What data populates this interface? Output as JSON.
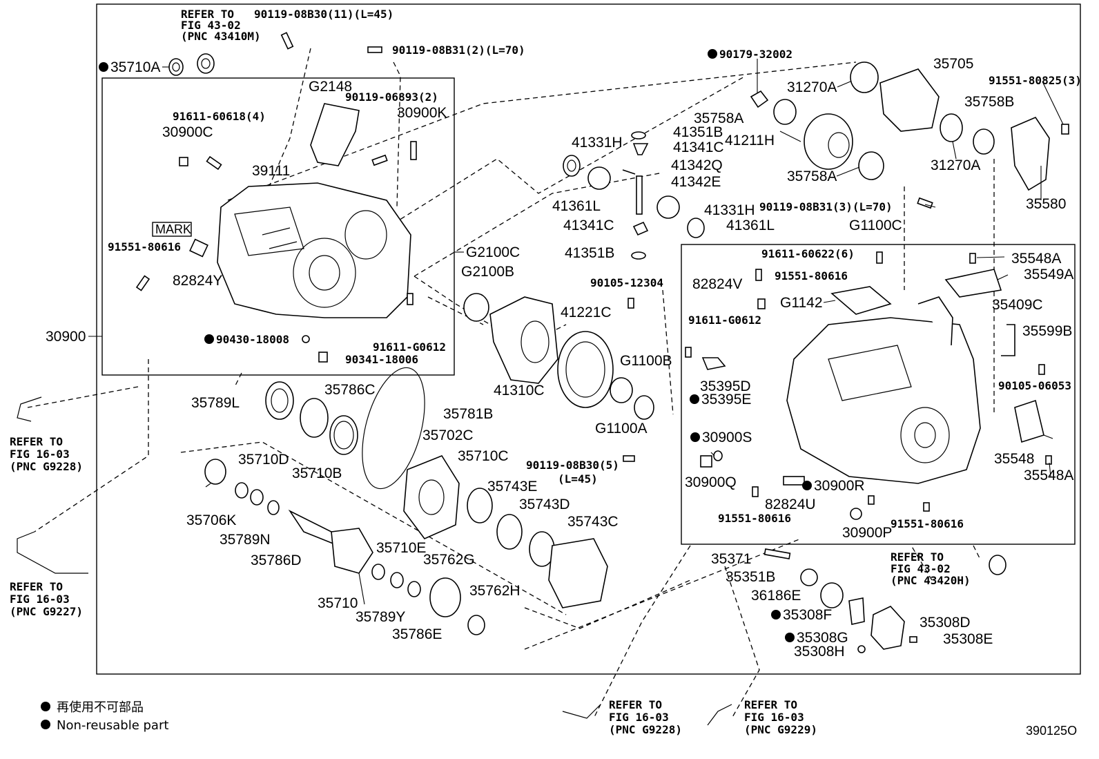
{
  "labels": {
    "p1": "90119-08B30(11)(L=45)",
    "p2": "35710A",
    "p3": "90119-08B31(2)(L=70)",
    "p4": "G2148",
    "p5": "90119-06893(2)",
    "p6": "30900K",
    "p7": "91611-60618(4)",
    "p8": "30900C",
    "p9": "39111",
    "p10": "91551-80616",
    "p11": "82824Y",
    "p12": "G2100C",
    "p13": "30900",
    "p14": "90430-18008",
    "p15": "91611-G0612",
    "p16": "90341-18006",
    "p17": "90179-32002",
    "p18": "35705",
    "p19": "31270A",
    "p20": "91551-80825(3)",
    "p21": "35758A",
    "p22": "35758B",
    "p23": "41211H",
    "p24": "31270A",
    "p25": "41331H",
    "p26": "41351B",
    "p27": "41341C",
    "p28": "41342Q",
    "p29": "41342E",
    "p30": "35758A",
    "p31": "35580",
    "p32": "41361L",
    "p33": "41331H",
    "p34": "90119-08B31(3)(L=70)",
    "p35": "41341C",
    "p36": "41361L",
    "p37": "G1100C",
    "p38": "41351B",
    "p39": "91611-60622(6)",
    "p40": "35548A",
    "p41": "G2100B",
    "p42": "90105-12304",
    "p43": "82824V",
    "p44": "91551-80616",
    "p45": "35549A",
    "p46": "41221C",
    "p47": "G1142",
    "p48": "35409C",
    "p49": "91611-G0612",
    "p50": "35599B",
    "p51": "G1100B",
    "p52": "41310C",
    "p53": "35395D",
    "p54": "90105-06053",
    "p55": "35395E",
    "p56": "G1100A",
    "p57": "35789L",
    "p58": "35786C",
    "p59": "35781B",
    "p60": "30900S",
    "p61": "35548",
    "p62": "35710D",
    "p63": "35702C",
    "p64": "35710C",
    "p65": "35710B",
    "p66": "90119-08B30(5)",
    "p67": "(L=45)",
    "p68": "30900Q",
    "p69": "30900R",
    "p70": "35548A",
    "p71": "35743E",
    "p72": "82824U",
    "p73": "35743D",
    "p74": "35706K",
    "p75": "35743C",
    "p76": "91551-80616",
    "p77": "30900P",
    "p78": "91551-80616",
    "p79": "35789N",
    "p80": "35786D",
    "p81": "35710E",
    "p82": "35762G",
    "p83": "35371",
    "p84": "35351B",
    "p85": "36186E",
    "p86": "35762H",
    "p87": "35710",
    "p88": "35789Y",
    "p89": "35786E",
    "p90": "35308F",
    "p91": "35308D",
    "p92": "35308G",
    "p93": "35308E",
    "p94": "35308H"
  },
  "mark_label": "MARK",
  "refer": {
    "r1": [
      "REFER TO",
      "FIG 43-02",
      "(PNC 43410M)"
    ],
    "r2": [
      "REFER TO",
      "FIG 16-03",
      "(PNC G9228)"
    ],
    "r3": [
      "REFER TO",
      "FIG 16-03",
      "(PNC G9227)"
    ],
    "r4": [
      "REFER TO",
      "FIG 43-02",
      "(PNC 43420H)"
    ],
    "r5": [
      "REFER TO",
      "FIG 16-03",
      "(PNC G9228)"
    ],
    "r6": [
      "REFER TO",
      "FIG 16-03",
      "(PNC G9229)"
    ]
  },
  "legend": {
    "jp": "再使用不可部品",
    "en": "Non-reusable part"
  },
  "diagram_code": "390125O"
}
